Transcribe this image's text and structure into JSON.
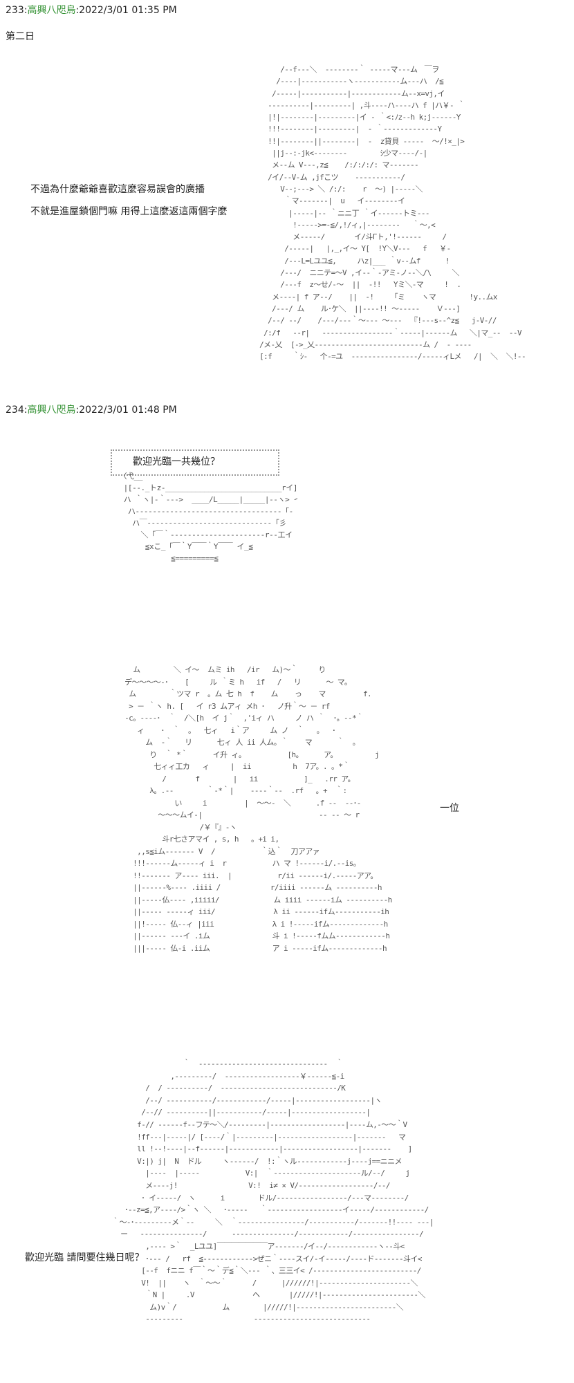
{
  "posts": [
    {
      "number": "233",
      "name": "高興八咫烏",
      "timestamp": ":2022/3/01 01:35 PM",
      "day_label": "第二日",
      "caption_lines": [
        "不過為什麼爺爺喜歡這麼容易誤會的廣播",
        "不就是進屋鎖個門嘛 用得上這麼返這兩個字麼"
      ]
    },
    {
      "number": "234",
      "name": "高興八咫烏",
      "timestamp": ":2022/3/01 01:48 PM",
      "sign_text": "歡迎光臨一共幾位？",
      "reply_text": "一位",
      "greeting_text": "歡迎光臨 請問要住幾日呢？"
    }
  ],
  "ascii_art": {
    "art1": "          /‐‐f‐‐‐＼  ‐‐‐‐‐‐‐‐｀ ‐‐‐‐‐マ‐‐‐ム　￣ヲ\n         /‐‐‐‐|‐‐‐‐‐‐‐‐‐‐‐ヽ‐‐‐‐‐‐‐‐‐‐‐ム‐‐‐ハ  /≦\n        /‐‐‐‐‐|‐‐‐‐‐‐‐‐‐‐‐|‐‐‐‐‐‐‐‐‐‐‐‐ム‐‐x=vj,イ\n       ‐‐‐‐‐‐‐‐‐‐|‐‐‐‐‐‐‐‐‐| ,斗‐‐‐‐ハ‐‐‐‐ハ f |ハ￥‐ ｀\n       |!|‐‐‐‐‐‐‐‐|‐‐‐‐‐‐‐‐‐|イ ‐ ｀<:ﾉz‐‐h k;j‐‐‐‐‐‐Y\n       !!!‐‐‐‐‐‐‐‐|‐‐‐‐‐‐‐‐‐|  ‐ ｀‐‐‐‐‐‐‐‐‐‐‐‐‐Y\n       !!|‐‐‐‐‐‐‐‐||‐‐‐‐‐‐‐‐|  ‐  z貸貝 ‐‐‐‐‐  ～/!×_|>\n        ||j‐‐:‐jk<‐‐‐‐‐‐‐‐        ｼ少マ‐‐‐‐/‐|\n        メ‐‐ム V‐‐‐,z≦    /:/:/:/: マ‐‐‐‐‐‐‐\n       /イ/‐‐V‐ム ,jfこツ    ‐‐‐‐‐‐‐‐‐‐‐/\n          V‐‐;‐‐‐> ＼ /:/:    r  ～) |‐‐‐‐‐＼\n           ｀マ‐‐‐‐‐‐‐|  u   イ‐‐‐‐‐‐‐‐イ\n            |‐‐‐‐‐|‐‐ ｀ニニ丁 ｀イ‐‐‐‐‐‐トミ‐‐‐\n             !‐‐‐‐‐>=‐≦/,!/ィ,|‐‐‐‐‐‐‐‐   ｀～,<\n             メ‐‐‐‐‐/       イ/斗Гト,'!‐‐‐‐‐‐     /\n           /‐‐‐‐‐|   |,_,イ～ Y[  !Y＼V‐‐‐   f   ￥‐\n           /‐‐‐L=Lユユ≦,     ハz|___ ｀v‐‐ムf      !\n          /‐‐‐/  ニニテ=～V ,イ‐‐｀‐アミ‐ノ‐‐＼/\\     ＼\n          /‐‐‐f  z～せ/‐～  ||  ‐!!   Yミ＼‐マ     !  .\n        メ‐‐‐‐| f ア‐‐/    ||  ‐!    「ミ    ヽマ        !y..ムx\n        /‐‐‐/ ム    ル･ケ＼  ||‐‐‐‐!! ～‐‐‐‐‐    Ｖ‐‐‐]\n       /‐‐/ ‐‐/    /‐‐‐/‐‐‐｀～‐‐‐ ～‐‐‐  『!‐‐‐s‐‐^z≦   j‐V‐//\n      /:/f   ‐‐r|   ‐‐‐‐‐‐‐‐‐‐‐‐‐‐‐‐‐｀‐‐‐‐‐|‐‐‐‐‐‐ム   ＼|マ_‐‐  ‐‐V\n     /メ‐乂  [‐>_乂‐‐‐‐‐‐‐‐‐‐‐‐‐‐‐‐‐‐‐‐‐‐‐‐‐‐ム /  ‐ ‐‐‐‐\n     [:f     ｀ｼ‐   个‐=ユ  ‐‐‐‐‐‐‐‐‐‐‐‐‐‐‐‐/‐‐‐‐‐ィLメ   /|  ＼  ＼!‐‐",
    "art2": "  〈弋__                                         __/〉\n   |[--._トz‐___________________________rイ]]/}\n   ハ ｀ヽ|‐｀‐‐‐>  ____/L_____|_____|‐‐ヽ> イ ./\n    ハ‐‐‐‐‐‐‐‐‐‐‐‐‐‐‐‐‐‐‐‐‐‐‐‐‐‐‐‐‐‐‐‐‐‐「‐ /\n     ハ￣‐‐‐‐‐‐‐‐‐‐‐‐‐‐‐‐‐‐‐‐‐‐‐‐‐‐‐‐‐「彡\n       ＼「￣｀‐‐‐‐‐‐‐‐‐‐‐‐‐‐‐‐‐‐‐‐‐‐r‐‐工イ\n        ≦xこ_「￣｀Y￣￣｀Y￣￣ イ_≦\n              ≦=========≦",
    "art3": "       ム        ＼ イ～  ムミ ih   /ir   ム)～｀     り\n     デ～～～～‐･    [     ル ｀ミ h   if   /   リ      ～ マ。\n      ム        ｀ツマ r  。ム 七 h  f    ム    っ    マ         f.\n      > － ｀ヽ h. [   イ r3 ムアィ メh ･   ノ升｀～ － rf\n     ‐c。‐‐‐‐･  ｀  /＼[h  イ j｀  ,'iィ ハ     ノ ハ ｀  ･。‐‐*｀\n        ィ    ･  ｀  。  七ィ   i｀ア     ム ノ  ｀   。  ･\n          ム  ‐｀   リ      七ィ 人 ii 人ム。｀    マ      ｀  。\n           り  ｀ *｀      イ升 ィ。          [h。     ア。         j\n            七ィィ工カ   ィ     |  ii          h  7ア。. 。*｀\n              /       f        |   ii           ]_   .rr ア。\n           λ。.‐‐        ｀‐*｀|    ‐‐‐‐｀‐‐  .rf   。+  ｀:\n                 い     i         |  ～～‐  ＼      .f ‐‐  ‐‐･‐\n             ～～〜ムイ‐|                            ‐‐ ‐‐ ～ r\n                       /￥『』‐ヽ\n              斗r七さアマイ , s, h   。+i i,\n        ,,s≦iム‐‐‐‐‐‐‐ V  /           ｀込｀  刀アアァ\n       !!!‐‐‐‐‐‐ム‐‐‐‐‐ィ i  r           ハ マ !‐‐‐‐‐‐i/.‐‐is。\n       !!‐‐‐‐‐‐‐ ア‐‐‐‐ iii.  |           r/ii ‐‐‐‐‐‐i/.‐‐‐‐‐アア。\n       ||‐‐‐‐‐‐%‐‐‐‐ .iiii /            r/iiii ‐‐‐‐‐‐ム ‐‐‐‐‐‐‐‐‐‐h\n       ||‐‐‐‐‐仏‐‐‐‐ ,iiiii/             ム iiii ‐‐‐‐‐‐iム ‐‐‐‐‐‐‐‐‐‐h\n       ||‐‐‐‐‐ ‐‐‐‐‐ィ iii/              λ ii ‐‐‐‐‐‐ifム‐‐‐‐‐‐‐‐‐‐‐ih\n       ||!‐‐‐‐‐ 仏‐‐ィ |iii              λ i !‐‐‐‐‐ifム‐‐‐‐‐‐‐‐‐‐‐‐‐h\n       ||‐‐‐‐‐‐ ‐‐‐イ .iム               斗 i !‐‐‐‐‐fムム‐‐‐‐‐‐‐‐‐‐‐‐h\n       |||‐‐‐‐‐ 仏‐i .iiム               ア i ‐‐‐‐‐ifム‐‐‐‐‐‐‐‐‐‐‐‐‐h",
    "art4": "                   ｀  ‐‐‐‐‐‐‐‐‐‐‐‐‐‐‐‐‐‐‐‐‐‐‐‐‐‐‐‐‐‐‐  ｀\n                ,‐‐‐‐‐‐‐‐‐/  ‐‐‐‐‐‐‐‐‐‐‐‐‐‐‐‐‐‐￥‐‐‐‐‐‐≦-i\n          /  / ‐‐‐‐‐‐‐‐‐‐/  ‐‐‐‐‐‐‐‐‐‐‐‐‐‐‐‐‐‐‐‐‐‐‐‐‐‐‐‐/K\n          /‐‐/ ‐‐‐‐‐‐‐‐‐‐‐/‐‐‐‐‐‐‐‐‐‐‐‐/‐‐‐‐‐|‐‐‐‐‐‐‐‐‐‐‐‐‐‐‐‐‐‐|ヽ\n         /‐‐// ‐‐‐‐‐‐‐‐‐‐||‐‐‐‐‐‐‐‐‐‐‐/‐‐‐‐‐|‐‐‐‐‐‐‐‐‐‐‐‐‐‐‐‐‐‐|\n        f‐// ‐‐‐‐‐‐f‐‐フテ～＼/‐‐‐‐‐‐‐‐‐|‐‐‐‐‐‐‐‐‐‐‐‐‐‐‐‐‐‐|‐‐‐‐ム,‐～～｀V\n        !ff‐‐‐|‐‐‐‐‐|/ [‐‐‐‐/｀|‐‐‐‐‐‐‐‐‐|‐‐‐‐‐‐‐‐‐‐‐‐‐‐‐‐‐‐|‐‐‐‐‐‐‐   マ\n        ll !‐‐!‐‐‐‐|‐‐f‐‐‐‐‐‐|‐‐‐‐‐‐‐‐‐‐‐‐|‐‐‐‐‐‐‐‐‐‐‐‐‐‐‐‐‐‐|‐‐‐‐‐‐‐    ]\n        V:|) j|  N  ドル     ヽ‐‐‐‐‐‐/  !:｀ヽル‐‐‐‐‐‐‐‐‐‐‐‐j‐‐‐‐j==ニニメ\n          |‐‐‐‐  |‐‐‐‐‐           V:|  ｀‐‐‐‐‐‐‐‐‐‐‐‐‐‐‐‐‐‐‐‐‐ル/‐‐/     j\n          メ‐‐‐‐j!                 V:!  i≠ × V/‐‐‐‐‐‐‐‐‐‐‐‐‐‐‐‐‐‐/‐‐/\n         ･ イ‐‐‐‐‐/　ヽ      i        ドル/‐‐‐‐‐‐‐‐‐‐‐‐‐‐‐‐‐/‐‐‐マ‐‐‐‐‐‐‐‐/\n     ･‐‐z=≦,ア‐‐‐‐/>｀ヽ ＼   ･‐‐‐‐‐   ｀‐‐‐‐‐‐‐‐‐‐‐‐‐‐‐‐‐‐イ‐‐‐‐‐/‐‐‐‐‐‐‐‐‐‐‐‐/\n  ｀～‐･‐‐‐‐‐‐‐‐‐メ｀‐‐     ＼  ｀‐‐‐‐‐‐‐‐‐‐‐‐‐‐‐‐/‐‐‐‐‐‐‐‐‐‐‐/‐‐‐‐‐‐‐!!‐‐‐‐ ‐‐‐|\n    ー   ‐‐‐‐‐‐‐‐‐‐‐‐‐‐‐/      ‐‐‐‐‐‐‐‐‐‐‐‐‐‐‐/‐‐‐‐‐‐‐‐‐‐‐‐/‐‐‐‐‐‐‐‐‐‐‐‐‐‐‐‐/\n          ,‐‐‐‐ >｀  _Lユユ]￣￣￣￣￣￣￣ア‐‐‐‐‐‐‐/イ‐‐/‐‐‐‐‐‐‐‐‐‐‐‐ヽ‐‐斗<\n          ･‐‐‐ /   rf  ≦‐‐‐‐‐‐‐‐‐‐‐‐>ぜニ｀‐‐‐‐スイ/‐イ‐‐‐‐‐/‐‐‐‐ド‐‐‐‐‐‐‐斗イ<\n         [‐‐f  fニニ f￣｀～｀デ≦｀＼‐‐‐ ｀、三三イ< /‐‐‐‐‐‐‐‐‐‐‐‐‐‐‐‐‐‐‐‐‐‐‐‐‐/\n         V!  ||    ヽ  ｀～～｀      /      |//////!|‐‐‐‐‐‐‐‐‐‐‐‐‐‐‐‐‐‐‐‐‐‐＼\n          ｀N |     .V              ヘ       |/////!|‐‐‐‐‐‐‐‐‐‐‐‐‐‐‐‐‐‐‐‐‐‐‐＼\n           ム)v｀/           ム        |/////!|‐‐‐‐‐‐‐‐‐‐‐‐‐‐‐‐‐‐‐‐‐‐‐‐＼\n          ‐‐‐‐‐‐‐‐‐                 ‐‐‐‐‐‐‐‐‐‐‐‐‐‐‐‐‐‐‐‐‐‐‐‐‐‐‐‐"
  }
}
